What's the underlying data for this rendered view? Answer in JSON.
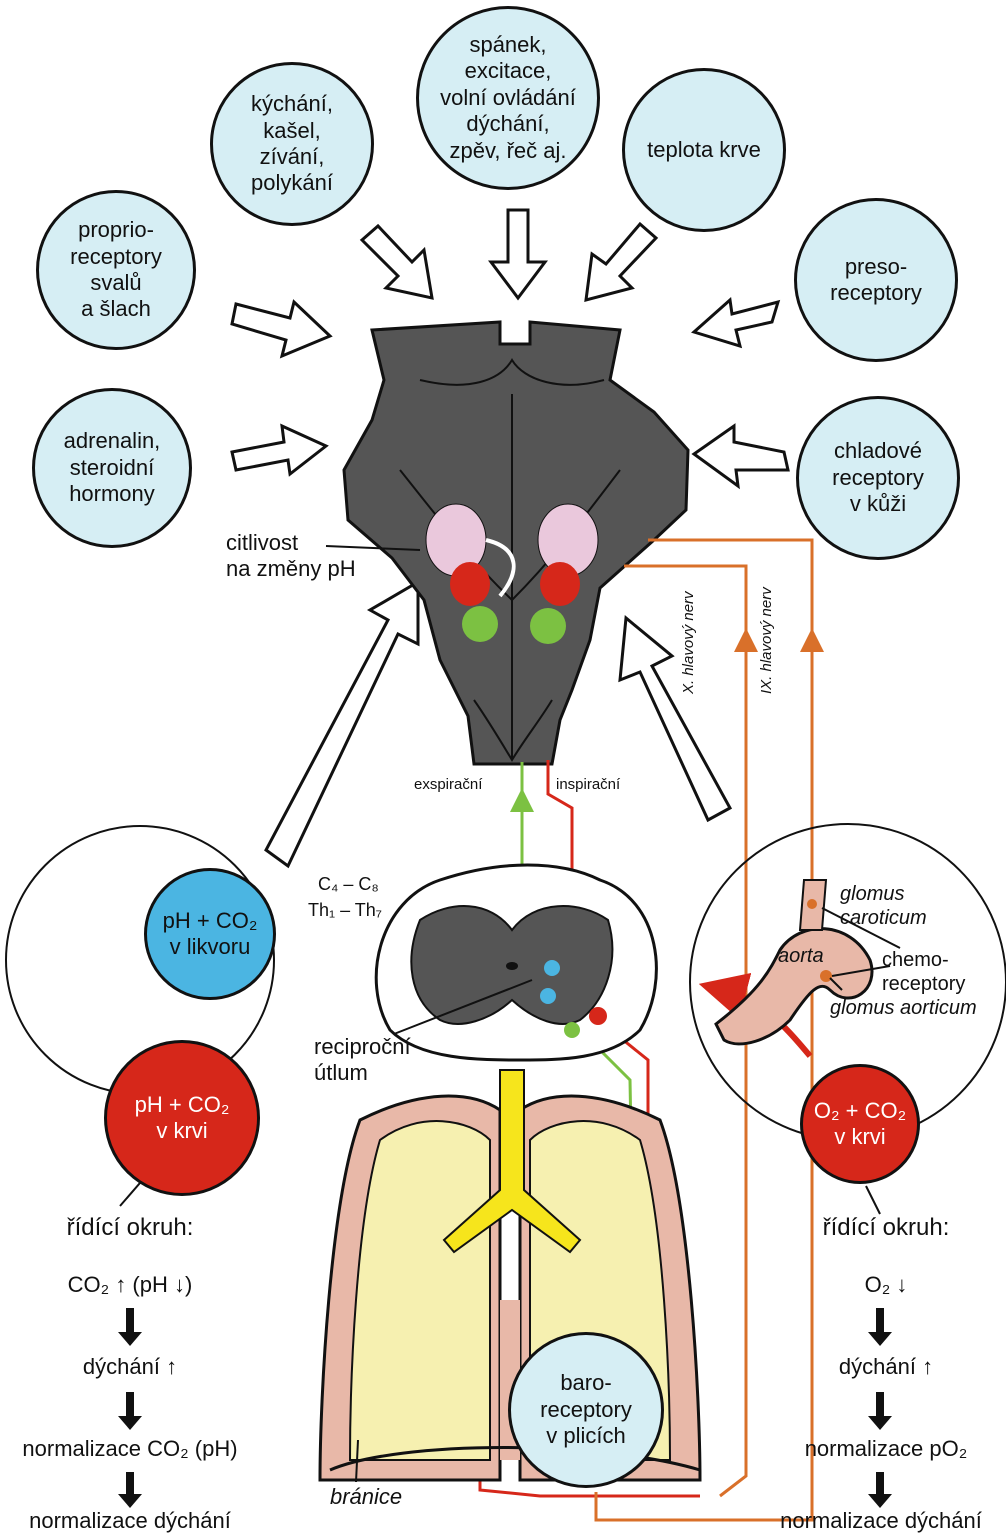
{
  "bubbles": {
    "sleep": "spánek,\nexcitace,\nvolní ovládání\ndýchání,\nzpěv, řeč aj.",
    "sneeze": "kýchání,\nkašel,\nzívání,\npolykání",
    "temp": "teplota krve",
    "proprio": "proprio-\nreceptory\nsvalů\na šlach",
    "preso": "preso-\nreceptory",
    "adrenalin": "adrenalin,\nsteroidní\nhormony",
    "cold": "chladové\nreceptory\nv kůži",
    "ph_liquor": "pH + CO₂\nv likvoru",
    "ph_blood": "pH + CO₂\nv krvi",
    "o2_blood": "O₂ + CO₂\nv krvi",
    "baro": "baro-\nreceptory\nv plicích"
  },
  "labels": {
    "ph_sensitivity": "citlivost\nna změny pH",
    "expiratory": "exspirační",
    "inspiratory": "inspirační",
    "nerve_x": "X. hlavový nerv",
    "nerve_ix": "IX. hlavový nerv",
    "segments_c": "C₄ – C₈",
    "segments_th": "Th₁ – Th₇",
    "reciprocal": "reciproční\nútlum",
    "diaphragm": "bránice",
    "glomus_caroticum": "glomus\ncaroticum",
    "aorta": "aorta",
    "chemoreceptors": "chemo-\nreceptory",
    "glomus_aorticum": "glomus aorticum"
  },
  "left_circuit": {
    "title": "řídící okruh:",
    "steps": [
      "CO₂ ↑ (pH ↓)",
      "dýchání ↑",
      "normalizace CO₂ (pH)",
      "normalizace dýchání"
    ]
  },
  "right_circuit": {
    "title": "řídící okruh:",
    "steps": [
      "O₂ ↓",
      "dýchání ↑",
      "normalizace pO₂",
      "normalizace dýchání"
    ]
  },
  "colors": {
    "bubble_fill": "#d6eef4",
    "brainstem": "#555555",
    "pink": "#eac8dc",
    "red": "#d6271a",
    "green": "#7cc142",
    "blue": "#4bb5e2",
    "orange_nerve": "#d9702a",
    "lung": "#f6f0b0",
    "tissue": "#e8b8a8",
    "bronchi": "#f6e51c"
  }
}
